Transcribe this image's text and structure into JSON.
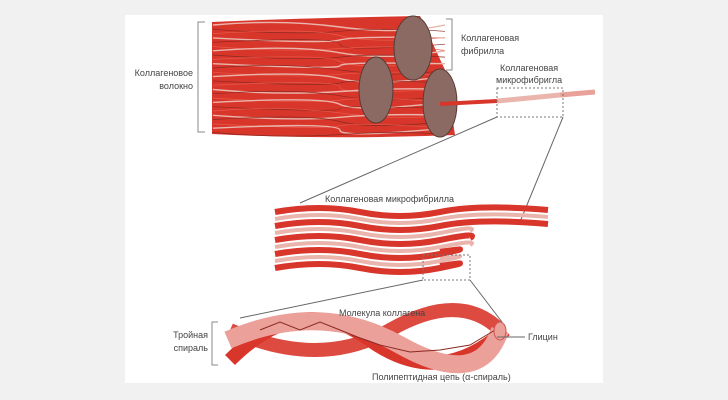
{
  "labels": {
    "fiber": [
      "Коллагеновое",
      "волокно"
    ],
    "fibril": [
      "Коллагеновая",
      "фибрилла"
    ],
    "microfibril_top": [
      "Коллагеновая",
      "микрофибригла"
    ],
    "microfibril_mid": "Коллагеновая микрофибрилла",
    "molecule": "Молекула коллагена",
    "triple_helix": [
      "Тройная",
      "спираль"
    ],
    "glycine": "Глицин",
    "polypeptide": "Полипептидная цепь (α-спираль)"
  },
  "colors": {
    "red": "#d9362b",
    "pink": "#e8a29a",
    "dark": "#6b4a44",
    "background": "#f1f1f1"
  }
}
